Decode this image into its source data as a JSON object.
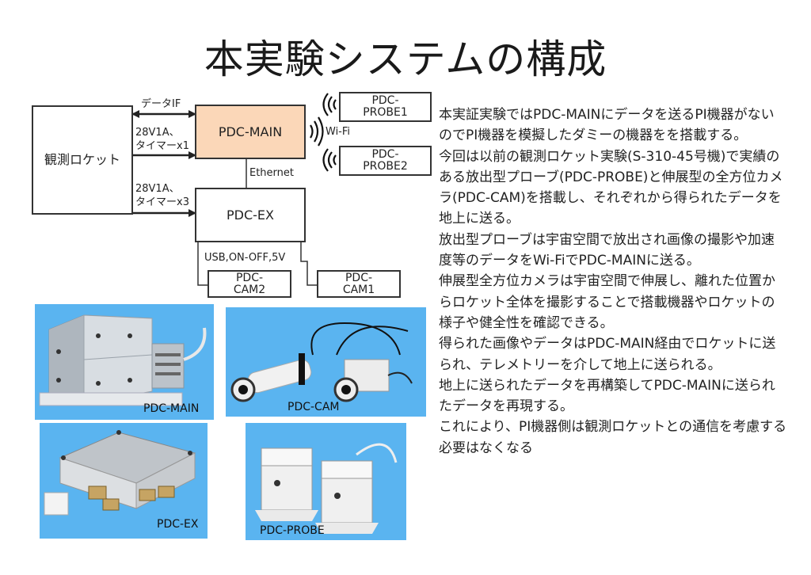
{
  "title": "本実験システムの構成",
  "diagram": {
    "rocket": "観測ロケット",
    "main": "PDC-MAIN",
    "ex": "PDC-EX",
    "probe1": "PDC-\nPROBE1",
    "probe2": "PDC-\nPROBE2",
    "cam2": "PDC-\nCAM2",
    "cam1": "PDC-\nCAM1",
    "label_data_if": "データIF",
    "label_power1_line1": "28V1A、",
    "label_power1_line2": "タイマーx1",
    "label_power3_line1": "28V1A、",
    "label_power3_line2": "タイマーx3",
    "label_wifi": "Wi-Fi",
    "label_ethernet": "Ethernet",
    "label_usb": "USB,ON-OFF,5V",
    "main_color": "#fbd7b8"
  },
  "photos": {
    "main_caption": "PDC-MAIN",
    "cam_caption": "PDC-CAM",
    "ex_caption": "PDC-EX",
    "probe_caption": "PDC-PROBE",
    "background_color": "#5ab4f0"
  },
  "description": [
    "本実証実験ではPDC-MAINにデータを送るPI機器がないのでPI機器を模擬したダミーの機器をを搭載する。",
    "今回は以前の観測ロケット実験(S-310-45号機)で実績のある放出型プローブ(PDC-PROBE)と伸展型の全方位カメラ(PDC-CAM)を搭載し、それぞれから得られたデータを地上に送る。",
    "放出型プローブは宇宙空間で放出され画像の撮影や加速度等のデータをWi-FiでPDC-MAINに送る。",
    "伸展型全方位カメラは宇宙空間で伸展し、離れた位置からロケット全体を撮影することで搭載機器やロケットの様子や健全性を確認できる。",
    "得られた画像やデータはPDC-MAIN経由でロケットに送られ、テレメトリーを介して地上に送られる。",
    "地上に送られたデータを再構築してPDC-MAINに送られたデータを再現する。",
    "これにより、PI機器側は観測ロケットとの通信を考慮する必要はなくなる"
  ]
}
